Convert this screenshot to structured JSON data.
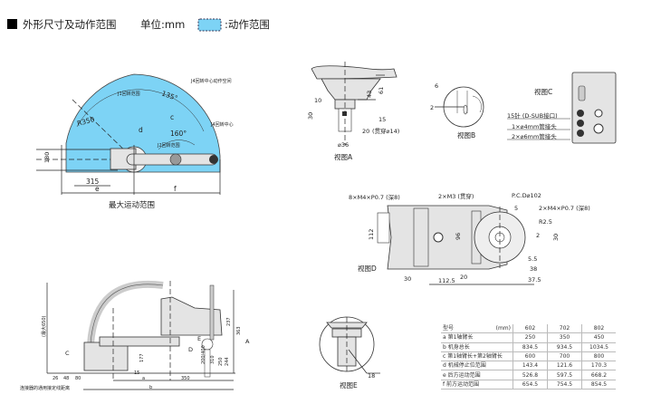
{
  "header": {
    "title": "外形尺寸及动作范围",
    "unit": "单位:mm",
    "legend_label": ":动作范围",
    "legend_color": "#7dd3f5"
  },
  "top_view": {
    "j4_space": "J4回转中心动作空间",
    "j1_range": "J1回转范围",
    "j2_range": "J2回转范围",
    "j4_center": "J4回转中心",
    "angle_j1": "135°",
    "angle_j2": "160°",
    "radius": "R350",
    "c": "c",
    "d": "d",
    "dim_180": "180",
    "dim_315": "315",
    "e": "e",
    "f": "f",
    "caption": "最大运动范围"
  },
  "view_a": {
    "caption": "视图A",
    "d10": "10",
    "d30": "30",
    "d43": "43",
    "d61": "61",
    "d15": "15",
    "d20": "20",
    "note": "(贯穿⌀14)",
    "d36": "⌀36"
  },
  "view_b": {
    "caption": "视图B",
    "d6": "6",
    "d2": "2"
  },
  "view_c": {
    "caption": "视图C",
    "dsub": "15针 (D-SUB接口)",
    "tube4": "1×⌀4mm管接头",
    "tube6": "2×⌀6mm管接头"
  },
  "view_d": {
    "caption": "视图D",
    "m4": "8×M4×P0.7 (深8)",
    "m3": "2×M3 (贯穿)",
    "pcd": "P.C.D⌀102",
    "m4b": "2×M4×P0.7 (深8)",
    "d5": "5",
    "r25": "R2.5",
    "d2": "2",
    "d30r": "30",
    "d112": "112",
    "d96": "96",
    "d30": "30",
    "d1125": "112.5",
    "d20": "20",
    "d55": "5.5",
    "d38": "38",
    "d375": "37.5"
  },
  "side_view": {
    "height": "(最大650)",
    "d237": "237",
    "d363": "363",
    "d177": "177",
    "d350": "350",
    "d310": "310",
    "d244": "244",
    "stroke": "200/400",
    "d250": "250",
    "b": "b",
    "a": "a",
    "d15": "15",
    "d26": "26",
    "d48": "48",
    "d80": "80",
    "A": "A",
    "C": "C",
    "D": "D",
    "E": "E",
    "note": "连接器的通用接定线距离"
  },
  "view_e": {
    "caption": "视图E",
    "d18": "18"
  },
  "spec_table": {
    "header": {
      "label": "型号",
      "unit": "(mm)",
      "cols": [
        "602",
        "702",
        "802"
      ]
    },
    "rows": [
      {
        "label": "a 第1轴臂长",
        "values": [
          "250",
          "350",
          "450"
        ]
      },
      {
        "label": "b 机身总长",
        "values": [
          "834.5",
          "934.5",
          "1034.5"
        ]
      },
      {
        "label": "c 第1轴臂长+第2轴臂长",
        "values": [
          "600",
          "700",
          "800"
        ]
      },
      {
        "label": "d 机械停止位范围",
        "values": [
          "143.4",
          "121.6",
          "170.3"
        ]
      },
      {
        "label": "e 后方运动范围",
        "values": [
          "526.8",
          "597.5",
          "668.2"
        ]
      },
      {
        "label": "f 前方运动范围",
        "values": [
          "654.5",
          "754.5",
          "854.5"
        ]
      }
    ]
  }
}
